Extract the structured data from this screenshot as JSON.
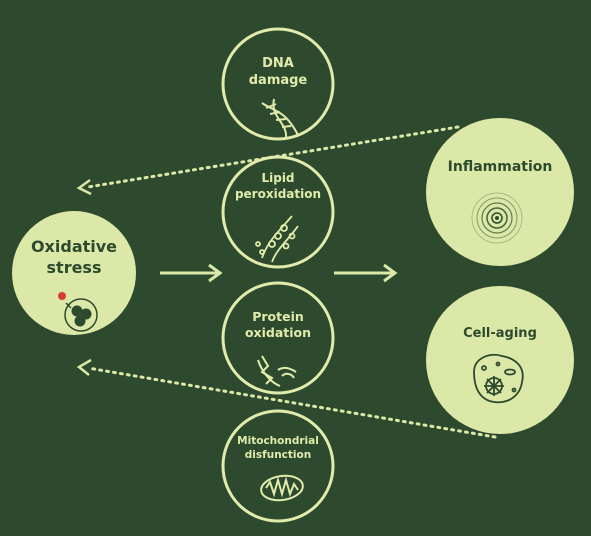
{
  "diagram": {
    "source": {
      "label_line1": "Oxidative",
      "label_line2": "stress"
    },
    "effects": [
      {
        "label_line1": "DNA",
        "label_line2": "damage",
        "icon": "dna-icon"
      },
      {
        "label_line1": "Lipid",
        "label_line2": "peroxidation",
        "icon": "lipid-membrane-icon"
      },
      {
        "label_line1": "Protein",
        "label_line2": "oxidation",
        "icon": "protein-strand-icon"
      },
      {
        "label_line1": "Mitochondrial",
        "label_line2": "disfunction",
        "icon": "mitochondria-icon"
      }
    ],
    "outcomes": [
      {
        "label": "Inflammation",
        "icon": "concentric-rings-icon"
      },
      {
        "label": "Cell-aging",
        "icon": "cell-icon"
      }
    ]
  },
  "colors": {
    "background": "#2d4a2e",
    "accent": "#dbe8a7",
    "outline": "#e1ebab",
    "dark_text": "#2d4a2e",
    "marker_red": "#d3402c"
  }
}
